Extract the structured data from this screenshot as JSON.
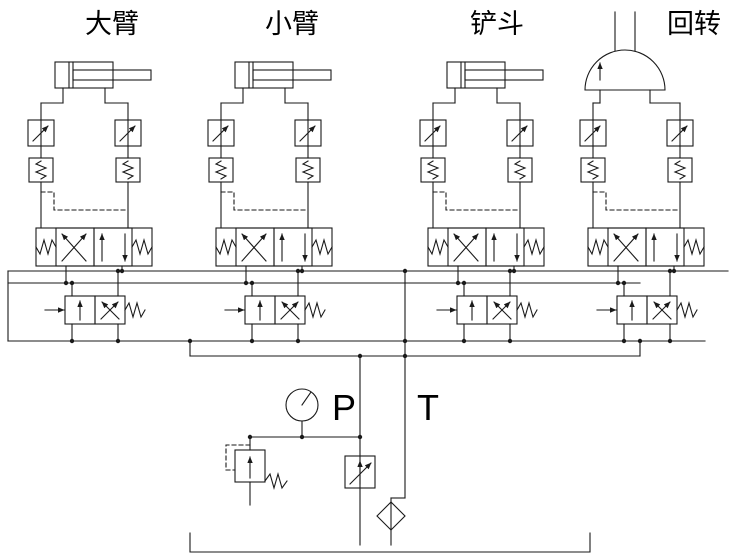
{
  "labels": {
    "pressure_port": "P",
    "tank_port": "T"
  },
  "circuits": [
    {
      "label": "大臂",
      "actuator": "cylinder"
    },
    {
      "label": "小臂",
      "actuator": "cylinder"
    },
    {
      "label": "铲斗",
      "actuator": "cylinder"
    },
    {
      "label": "回转",
      "actuator": "motor"
    }
  ],
  "components": [
    "double-acting-cylinder",
    "swing-motor",
    "one-way-throttle-valve",
    "spring-check-valve",
    "main-directional-valve",
    "pilot-directional-valve",
    "pressure-gauge",
    "pilot-relief-valve",
    "adjustable-relief-valve",
    "return-filter",
    "tank"
  ],
  "colors": {
    "line": "#1a1a1a",
    "background": "#ffffff"
  }
}
